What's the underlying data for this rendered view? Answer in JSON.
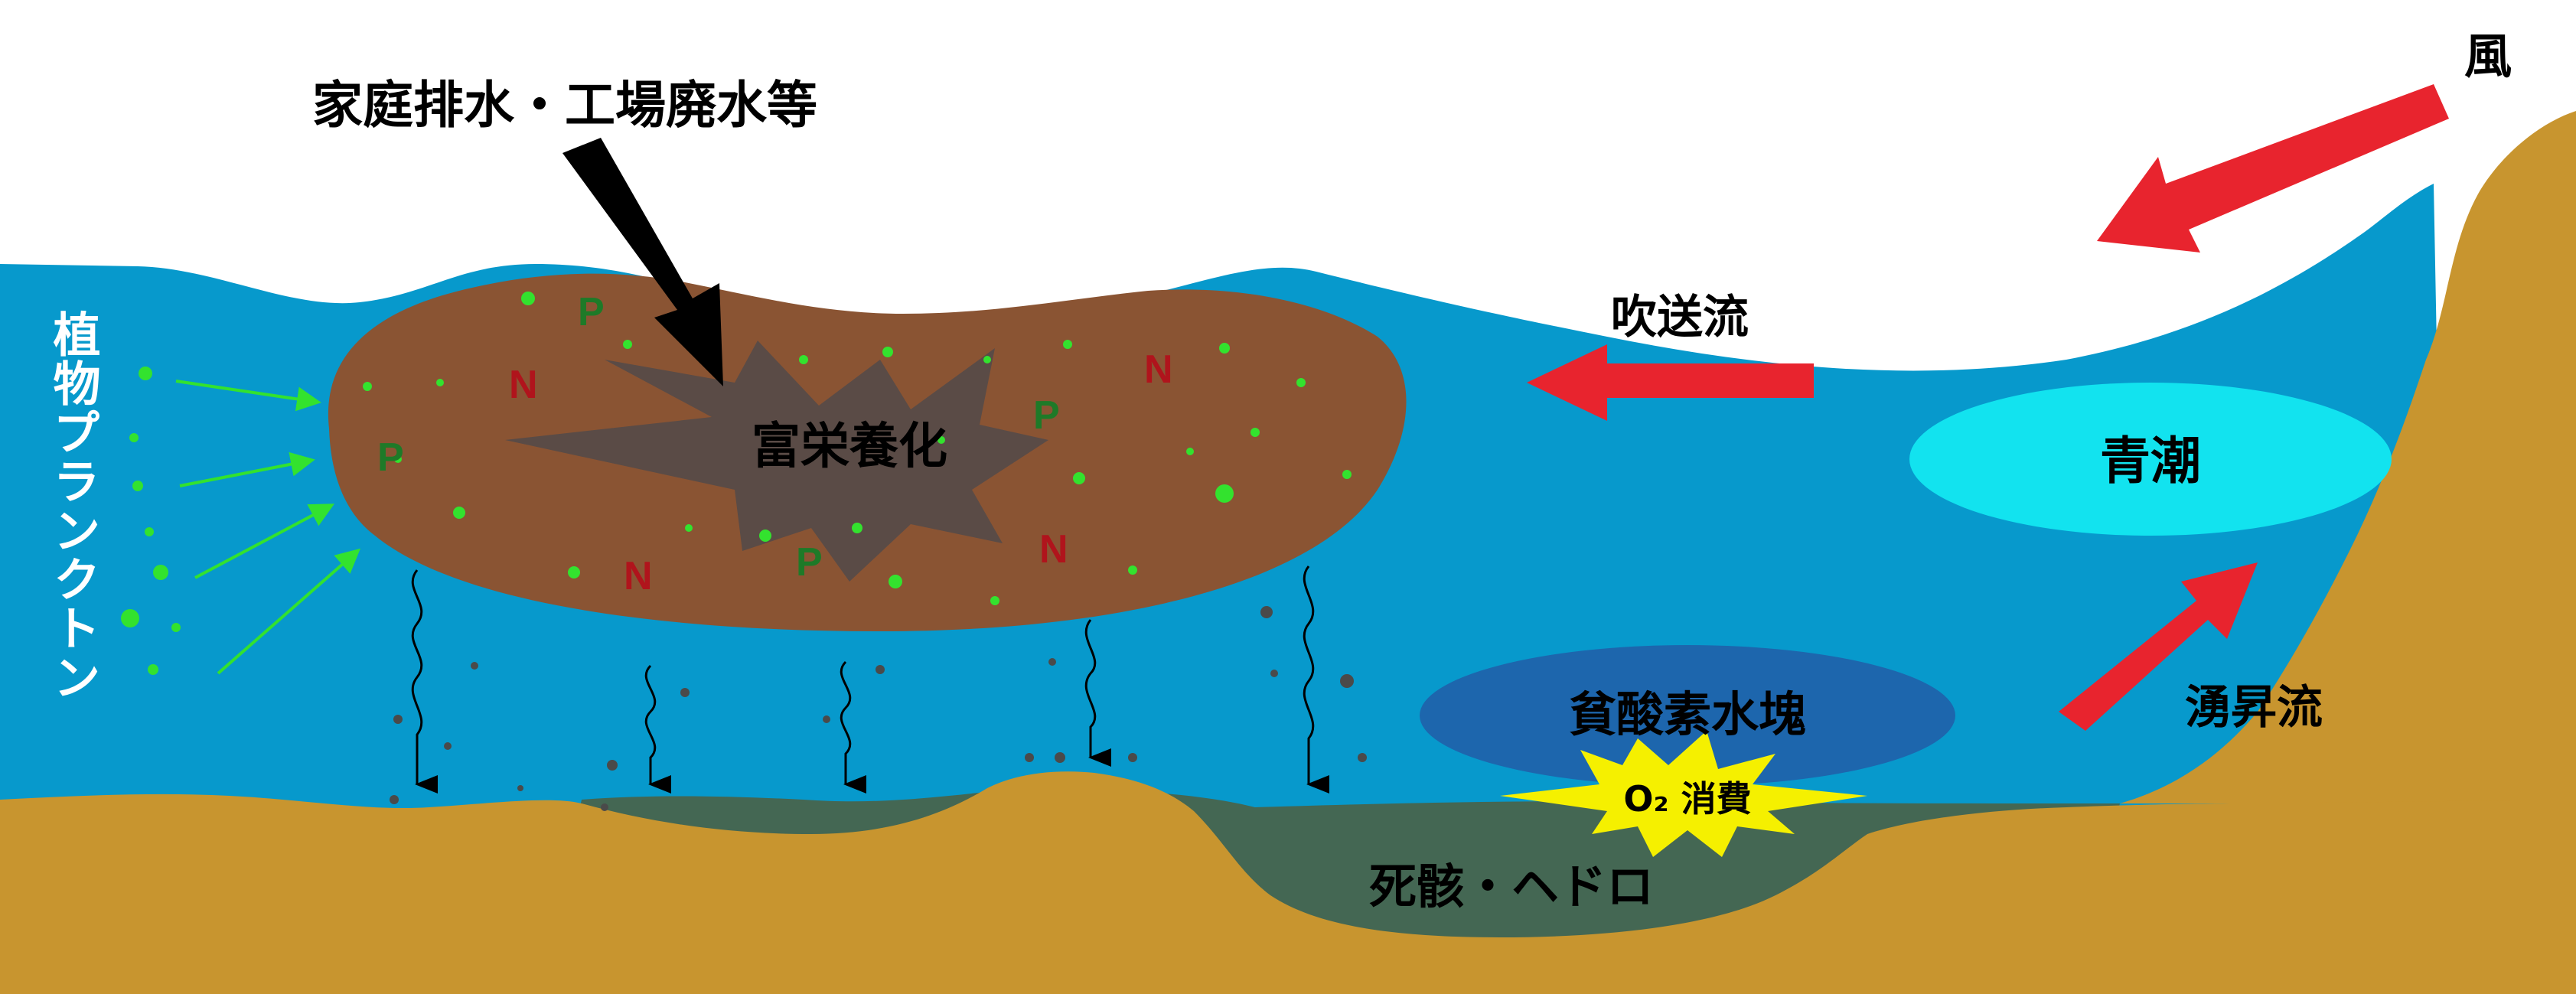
{
  "labels": {
    "sewage": "家庭排水・工場廃水等",
    "wind": "風",
    "phytoplankton": "植物プランクトン",
    "eutrophication": "富栄養化",
    "wind_driven_current": "吹送流",
    "blue_tide": "青潮",
    "anoxic_water_mass": "貧酸素水塊",
    "upwelling": "湧昇流",
    "oxygen_consumption": "O₂ 消費",
    "sludge": "死骸・ヘドロ"
  },
  "nutrients": [
    "P",
    "N",
    "N",
    "P",
    "N",
    "P",
    "N",
    "P"
  ],
  "colors": {
    "water": "#0799cc",
    "sand": "#c8952f",
    "bloom": "#8a5433",
    "starburst": "#5a4b46",
    "sludge": "#446753",
    "blue_tide": "#12e3ef",
    "anoxic": "#1d66ad",
    "o2_burst": "#f5f000",
    "arrow_red": "#e8242e",
    "arrow_black": "#000000",
    "plankton_green": "#33e22e",
    "nutrient_p": "#1e7a28",
    "nutrient_n": "#b0141c"
  }
}
